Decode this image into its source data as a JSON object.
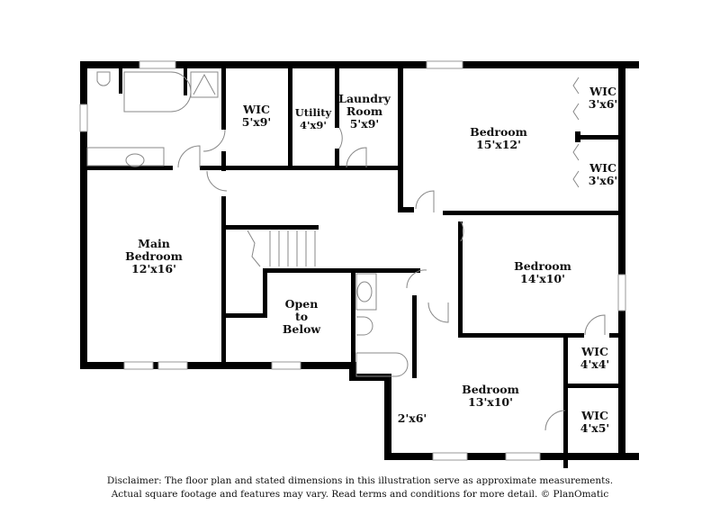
{
  "floor_plan": {
    "rooms": [
      {
        "id": "wic-1",
        "name": "WIC",
        "size": "5'x9'"
      },
      {
        "id": "utility",
        "name": "Utility",
        "size": "4'x9'"
      },
      {
        "id": "laundry",
        "name": "Laundry Room",
        "name_line1": "Laundry",
        "name_line2": "Room",
        "size": "5'x9'"
      },
      {
        "id": "bedroom-1",
        "name": "Bedroom",
        "size": "15'x12'"
      },
      {
        "id": "wic-2",
        "name": "WIC",
        "size": "3'x6'"
      },
      {
        "id": "wic-3",
        "name": "WIC",
        "size": "3'x6'"
      },
      {
        "id": "main-bedroom",
        "name": "Main Bedroom",
        "name_line1": "Main",
        "name_line2": "Bedroom",
        "size": "12'x16'"
      },
      {
        "id": "bedroom-2",
        "name": "Bedroom",
        "size": "14'x10'"
      },
      {
        "id": "open-to-below",
        "name": "Open to Below",
        "name_line1": "Open",
        "name_line2": "to",
        "name_line3": "Below"
      },
      {
        "id": "wic-4",
        "name": "WIC",
        "size": "4'x4'"
      },
      {
        "id": "bedroom-3",
        "name": "Bedroom",
        "size": "13'x10'"
      },
      {
        "id": "closet",
        "size": "2'x6'"
      },
      {
        "id": "wic-5",
        "name": "WIC",
        "size": "4'x5'"
      }
    ],
    "colors": {
      "wall": "#000000",
      "fixture": "#888888",
      "window": "#bbbbbb",
      "background": "#ffffff"
    }
  },
  "disclaimer": {
    "line1": "Disclaimer: The floor plan and stated dimensions in this illustration serve as approximate measurements.",
    "line2": "Actual square footage and features may vary. Read terms and conditions for more detail. © PlanOmatic"
  }
}
